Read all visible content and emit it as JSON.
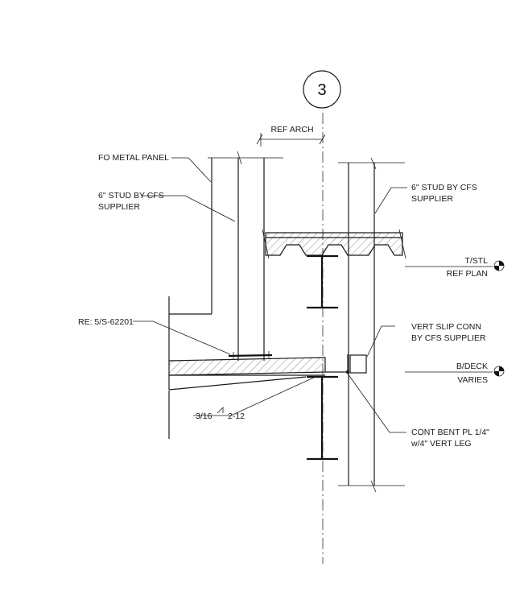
{
  "detail": {
    "number": "3"
  },
  "dimension": {
    "ref_arch": "REF ARCH"
  },
  "labels": {
    "fo_metal_panel": "FO METAL PANEL",
    "stud_left_line1": "6\" STUD BY CFS",
    "stud_left_line2": "SUPPLIER",
    "stud_right_line1": "6\" STUD BY CFS",
    "stud_right_line2": "SUPPLIER",
    "re_ref": "RE: 5/S-62201",
    "vert_slip_line1": "VERT SLIP CONN",
    "vert_slip_line2": "BY CFS SUPPLIER",
    "cont_bent_line1": "CONT BENT PL 1/4\"",
    "cont_bent_line2": "w/4\" VERT LEG"
  },
  "weld": {
    "size": "3/16",
    "length_pitch": "2-12"
  },
  "elevations": {
    "tstl_label": "T/STL",
    "tstl_sub": "REF PLAN",
    "bdeck_label": "B/DECK",
    "bdeck_sub": "VARIES"
  }
}
